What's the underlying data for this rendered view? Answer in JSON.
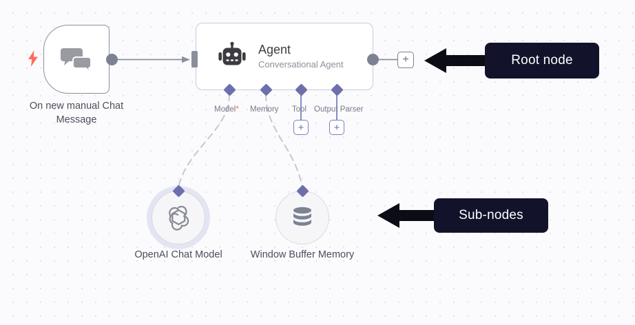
{
  "canvas": {
    "background_color": "#fbfbfd",
    "dot_color": "#e3e3e8",
    "grid_spacing": 20
  },
  "nodes": {
    "trigger": {
      "label": "On new manual Chat Message",
      "icon": "chat-bubbles-icon",
      "badge_icon": "lightning-bolt-icon",
      "badge_color": "#ff6d5a",
      "border_color": "#8a8f9c"
    },
    "agent": {
      "title": "Agent",
      "subtitle": "Conversational Agent",
      "icon": "robot-icon",
      "border_color": "#c9cad4",
      "connectors": [
        {
          "label": "Model",
          "required": true,
          "required_marker": "*",
          "has_add_button": false
        },
        {
          "label": "Memory",
          "required": false,
          "required_marker": "",
          "has_add_button": false
        },
        {
          "label": "Tool",
          "required": false,
          "required_marker": "",
          "has_add_button": true
        },
        {
          "label": "Output Parser",
          "required": false,
          "required_marker": "",
          "has_add_button": true
        }
      ],
      "add_button_label": "+"
    },
    "sub_nodes": [
      {
        "label": "OpenAI Chat Model",
        "icon": "openai-logo-icon",
        "highlighted": true,
        "halo_color": "#e3e5f3"
      },
      {
        "label": "Window Buffer Memory",
        "icon": "database-stack-icon",
        "highlighted": false,
        "halo_color": ""
      }
    ]
  },
  "annotations": [
    {
      "text": "Root node",
      "color": "#12132b",
      "arrow": "left-arrow-icon"
    },
    {
      "text": "Sub-nodes",
      "color": "#12132b",
      "arrow": "left-arrow-icon"
    }
  ],
  "connector_style": {
    "line_color": "#8a8f9c",
    "dashed_color": "#c8c9d2",
    "diamond_color": "#6d6fad",
    "plus_border_sub": "#7b7ec0",
    "plus_border_main": "#7d8293"
  }
}
